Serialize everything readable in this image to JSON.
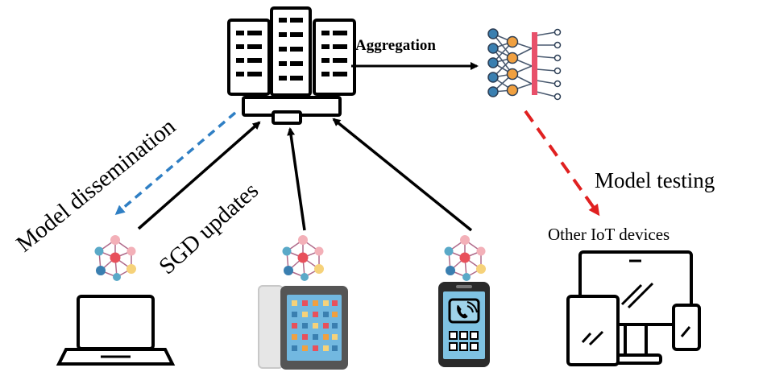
{
  "labels": {
    "aggregation": "Aggregation",
    "model_dissemination": "Model dissemination",
    "sgd_updates": "SGD updates",
    "model_testing": "Model testing",
    "other_iot_devices": "Other IoT devices"
  },
  "colors": {
    "stroke": "#000000",
    "dissemination_arrow": "#2f7fc4",
    "testing_arrow": "#e02020",
    "node_blue": "#3a7fb0",
    "node_orange": "#f0a040",
    "node_red": "#e8505b",
    "node_pink": "#f3b0b8",
    "node_yellow": "#f6d27a",
    "node_teal": "#5aa9c8",
    "tablet_screen": "#72b8e0",
    "phone_screen": "#7fc2e2",
    "tablet_frame": "#555555",
    "network_bar": "#e8506a"
  },
  "icons": {
    "server": "server-rack-icon",
    "aggregated_model": "neural-network-icon",
    "laptop": "laptop-icon",
    "tablet": "tablet-icon",
    "smartphone": "smartphone-icon",
    "iot_devices": "devices-icon",
    "local_model": "local-model-network-icon"
  }
}
